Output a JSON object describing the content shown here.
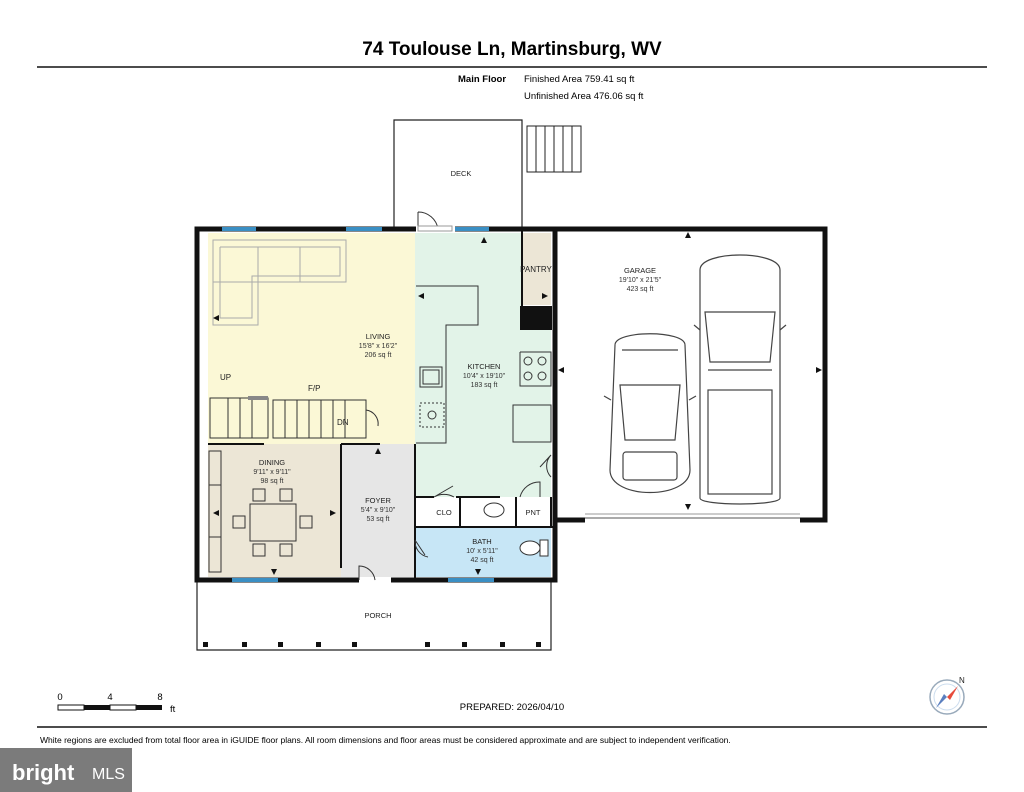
{
  "header": {
    "title": "74 Toulouse Ln, Martinsburg, WV",
    "floor_label": "Main Floor",
    "finished_area": "Finished Area 759.41 sq ft",
    "unfinished_area": "Unfinished Area 476.06 sq ft"
  },
  "rooms": {
    "deck": {
      "name": "DECK"
    },
    "living": {
      "name": "LIVING",
      "dims": "15'8\" x 16'2\"",
      "area": "206 sq ft"
    },
    "kitchen": {
      "name": "KITCHEN",
      "dims": "10'4\" x 19'10\"",
      "area": "183 sq ft"
    },
    "pantry": {
      "name": "PANTRY"
    },
    "garage": {
      "name": "GARAGE",
      "dims": "19'10\" x 21'5\"",
      "area": "423 sq ft"
    },
    "dining": {
      "name": "DINING",
      "dims": "9'11\" x 9'11\"",
      "area": "98 sq ft"
    },
    "foyer": {
      "name": "FOYER",
      "dims": "5'4\" x 9'10\"",
      "area": "53 sq ft"
    },
    "bath": {
      "name": "BATH",
      "dims": "10' x 5'11\"",
      "area": "42 sq ft"
    },
    "clo": {
      "name": "CLO"
    },
    "pnt": {
      "name": "PNT"
    },
    "porch": {
      "name": "PORCH"
    }
  },
  "labels": {
    "up": "UP",
    "dn": "DN",
    "fp": "F/P"
  },
  "scale": {
    "ticks": [
      "0",
      "4",
      "8"
    ],
    "unit": "ft"
  },
  "prepared": "PREPARED: 2026/04/10",
  "compass": {
    "north": "N"
  },
  "disclaimer": "White regions are excluded from total floor area in iGUIDE floor plans. All room dimensions and floor areas must be considered approximate and are subject to independent verification.",
  "watermark": {
    "brand": "bright",
    "suffix": "MLS"
  },
  "colors": {
    "living": "#fbf8d6",
    "kitchen": "#e2f3e8",
    "dining": "#ece6d6",
    "foyer": "#e6e6e6",
    "bath": "#c7e6f6",
    "pantry": "#ece6d6",
    "window": "#3a8fc4",
    "wall": "#111111"
  }
}
